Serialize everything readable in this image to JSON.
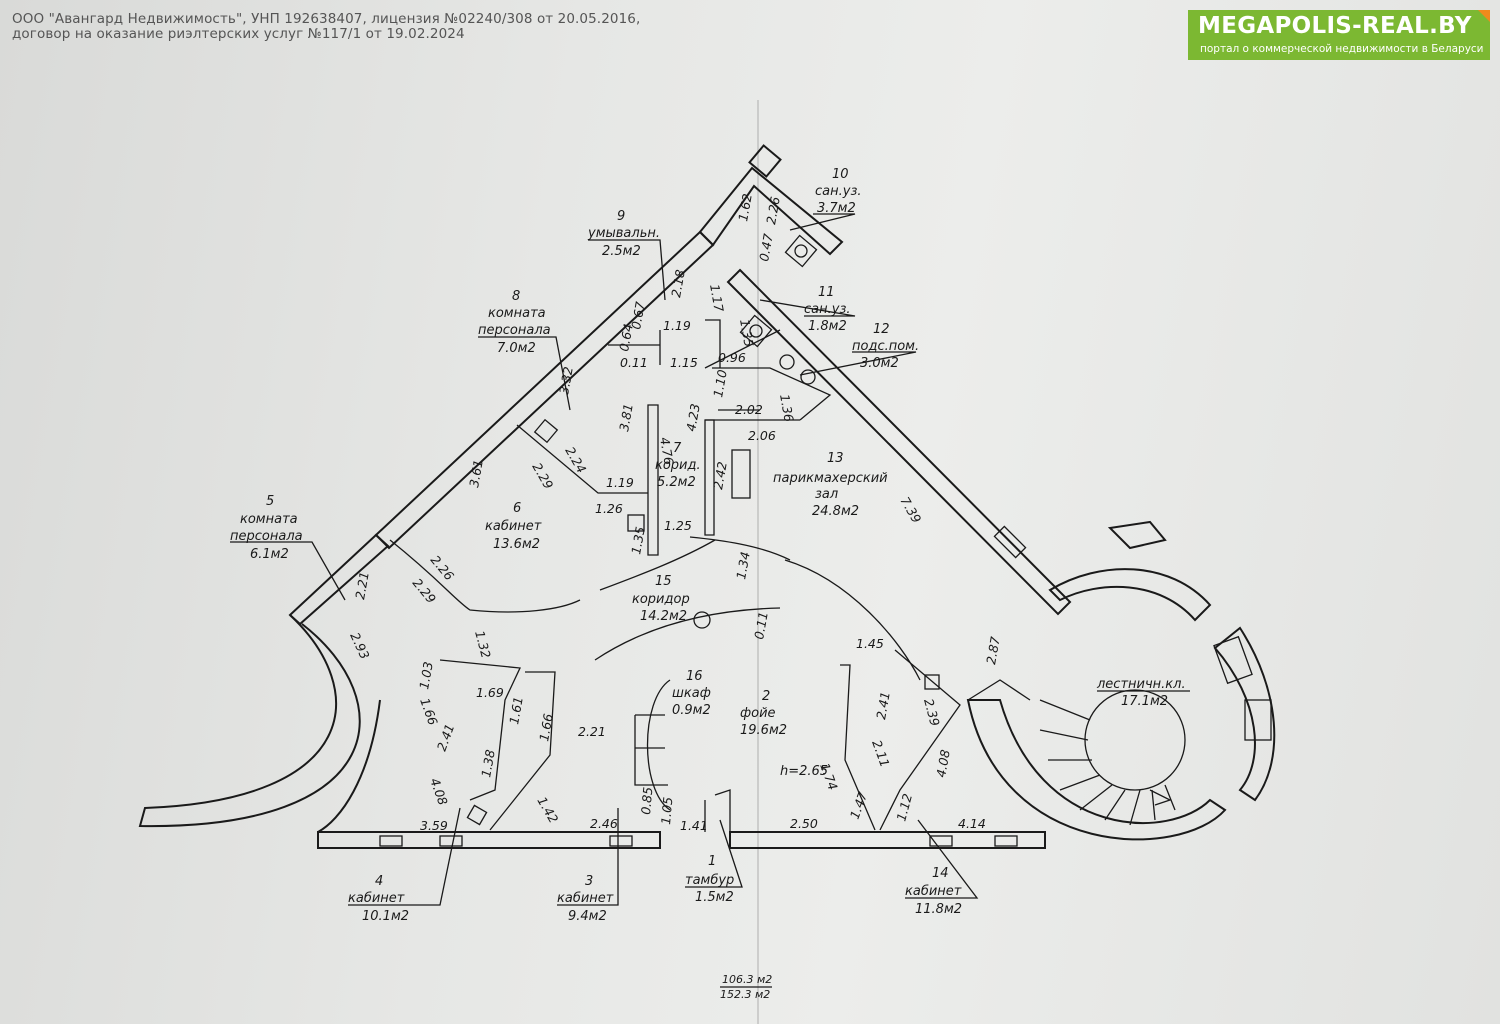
{
  "header": {
    "agency_line1": "ООО \"Авангард Недвижимость\", УНП 192638407, лицензия №02240/308 от 20.05.2016,",
    "agency_line2": "договор на оказание риэлтерских услуг №117/1 от 19.02.2024"
  },
  "logo": {
    "brand": "MEGAPOLIS-REAL.BY",
    "tagline": "портал о коммерческой недвижимости в Беларуси",
    "colors": {
      "green": "#7cb832",
      "orange": "#f08a1c"
    }
  },
  "rooms": {
    "r1": {
      "num": "1",
      "name": "тамбур",
      "area": "1.5м2"
    },
    "r2": {
      "num": "2",
      "name": "фойе",
      "area": "19.6м2",
      "height": "h=2.65"
    },
    "r3": {
      "num": "3",
      "name": "кабинет",
      "area": "9.4м2"
    },
    "r4": {
      "num": "4",
      "name": "кабинет",
      "area": "10.1м2"
    },
    "r5": {
      "num": "5",
      "name1": "комната",
      "name2": "персонала",
      "area": "6.1м2"
    },
    "r6": {
      "num": "6",
      "name": "кабинет",
      "area": "13.6м2"
    },
    "r7": {
      "num": "7",
      "name": "корид.",
      "area": "5.2м2"
    },
    "r8": {
      "num": "8",
      "name1": "комната",
      "name2": "персонала",
      "area": "7.0м2"
    },
    "r9": {
      "num": "9",
      "name": "умывальн.",
      "area": "2.5м2"
    },
    "r10": {
      "num": "10",
      "name": "сан.уз.",
      "area": "3.7м2"
    },
    "r11": {
      "num": "11",
      "name": "сан.уз.",
      "area": "1.8м2"
    },
    "r12": {
      "num": "12",
      "name": "подс.пом.",
      "area": "3.0м2"
    },
    "r13": {
      "num": "13",
      "name1": "парикмахерский",
      "name2": "зал",
      "area": "24.8м2"
    },
    "r14": {
      "num": "14",
      "name": "кабинет",
      "area": "11.8м2"
    },
    "r15": {
      "num": "15",
      "name": "коридор",
      "area": "14.2м2"
    },
    "r16": {
      "num": "16",
      "name": "шкаф",
      "area": "0.9м2"
    },
    "stair": {
      "name": "лестничн.кл.",
      "area": "17.1м2"
    }
  },
  "dims": {
    "d1_62": "1.62",
    "d2_26a": "2.26",
    "d0_47": "0.47",
    "d1_17": "1.17",
    "d2_18": "2.18",
    "d1_35": "1.35",
    "d0_67": "0.67",
    "d1_19a": "1.19",
    "d0_64": "0.64",
    "d0_11a": "0.11",
    "d1_15": "1.15",
    "d0_96": "0.96",
    "d1_36": "1.36",
    "d3_32": "3.32",
    "d3_81": "3.81",
    "d4_76": "4.76",
    "d4_23": "4.23",
    "d1_10": "1.10",
    "d2_02": "2.02",
    "d2_06": "2.06",
    "d2_24": "2.24",
    "d2_29a": "2.29",
    "d1_19b": "1.19",
    "d3_61": "3.61",
    "d1_26": "1.26",
    "d1_25": "1.25",
    "d1_35b": "1.35",
    "d2_42": "2.42",
    "d7_39": "7.39",
    "d1_34": "1.34",
    "d2_21a": "2.21",
    "d2_26b": "2.26",
    "d2_29b": "2.29",
    "d0_11b": "0.11",
    "d2_93": "2.93",
    "d1_32": "1.32",
    "d1_03": "1.03",
    "d1_45": "1.45",
    "d2_87": "2.87",
    "d1_66a": "1.66",
    "d1_69": "1.69",
    "d1_61": "1.61",
    "d1_66b": "1.66",
    "d2_21b": "2.21",
    "d2_41a": "2.41",
    "d2_41b": "2.41",
    "d2_39": "2.39",
    "d4_08a": "4.08",
    "d1_38": "1.38",
    "d2_11": "2.11",
    "d1_74": "1.74",
    "d4_08b": "4.08",
    "d0_85": "0.85",
    "d1_05": "1.05",
    "d1_42": "1.42",
    "d2_46": "2.46",
    "d1_41": "1.41",
    "d2_50": "2.50",
    "d1_47": "1.47",
    "d1_12": "1.12",
    "d4_14": "4.14",
    "d3_59": "3.59"
  },
  "totals": {
    "main": "106.3 м2",
    "total": "152.3 м2"
  }
}
